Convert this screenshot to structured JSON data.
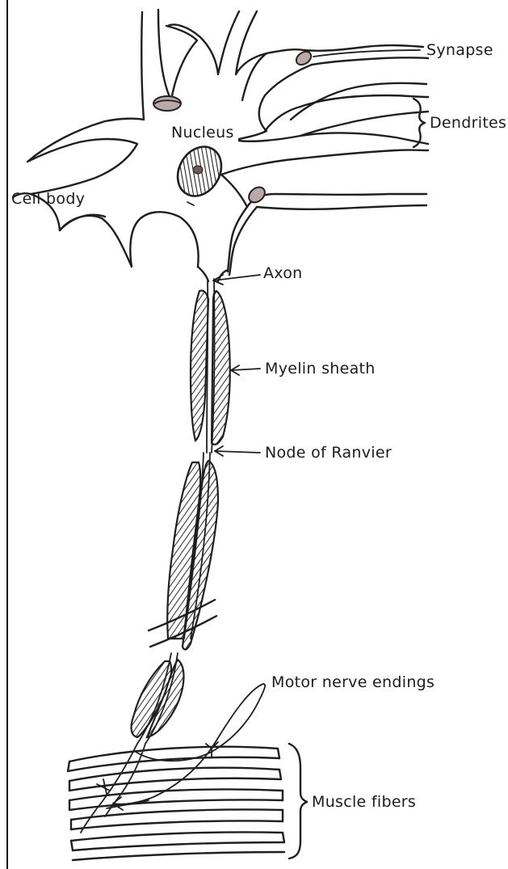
{
  "labels": {
    "synapse": "Synapse",
    "dendrites": "Dendrites",
    "nucleus": "Nucleus",
    "cell_body": "Cell body",
    "axon": "Axon",
    "myelin_sheath": "Myelin sheath",
    "node_of_ranvier": "Node of Ranvier",
    "motor_nerve_endings": "Motor nerve endings",
    "muscle_fibers": "Muscle fibers"
  }
}
